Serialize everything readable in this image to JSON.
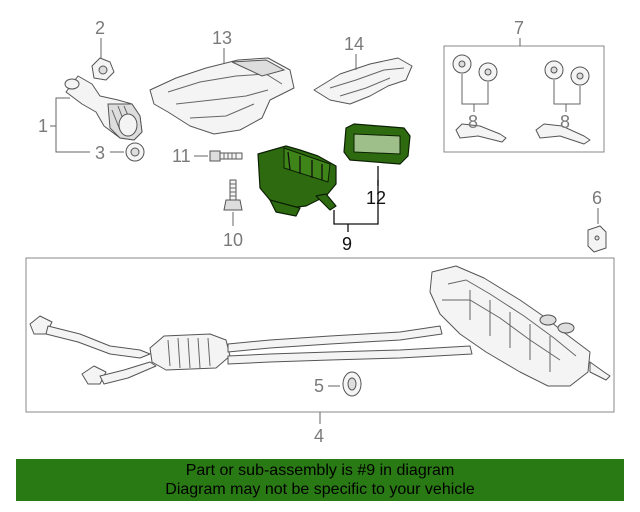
{
  "callouts": {
    "c1": "1",
    "c2": "2",
    "c3": "3",
    "c4": "4",
    "c5": "5",
    "c6": "6",
    "c7": "7",
    "c8a": "8",
    "c8b": "8",
    "c9": "9",
    "c10": "10",
    "c11": "11",
    "c12": "12",
    "c13": "13",
    "c14": "14"
  },
  "highlighted_part": "9",
  "colors": {
    "highlight": "#2e6b10",
    "banner": "#297a14",
    "callout_gray": "#7a7a7a"
  },
  "banner": {
    "line1": "Part or sub-assembly is #9 in diagram",
    "line2": "Diagram may not be specific to your vehicle"
  }
}
